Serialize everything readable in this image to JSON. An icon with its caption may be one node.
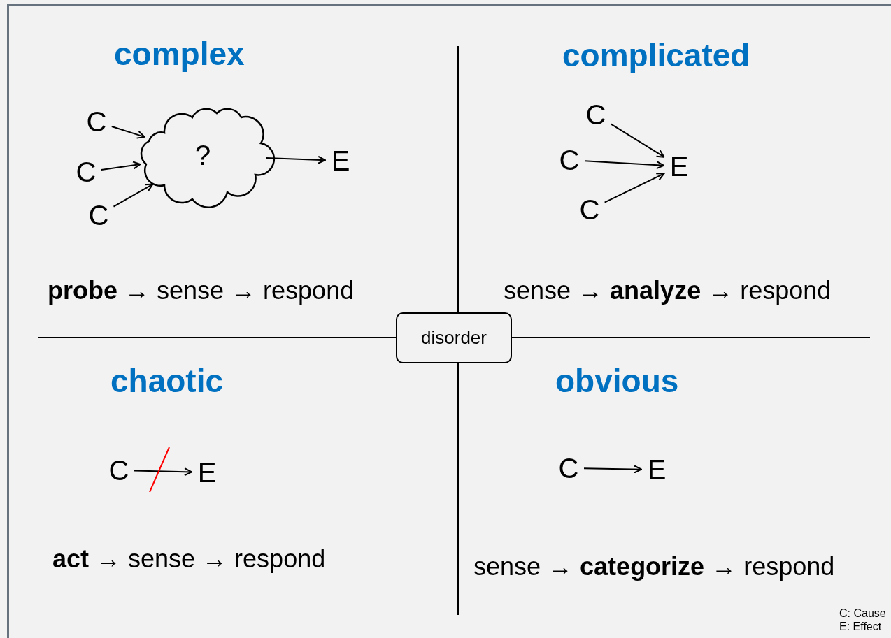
{
  "diagram": {
    "nodes": [
      {
        "text": [
          "disorder"
        ]
      },
      {
        "text": [
          "C"
        ]
      },
      {
        "text": [
          "C"
        ]
      },
      {
        "text": [
          "C"
        ]
      },
      {
        "text": [
          "?"
        ]
      },
      {
        "text": [
          "E"
        ]
      },
      {
        "text": [
          "C"
        ]
      },
      {
        "text": [
          "C"
        ]
      },
      {
        "text": [
          "C"
        ]
      },
      {
        "text": [
          "E"
        ]
      },
      {
        "text": [
          "C"
        ]
      },
      {
        "text": [
          "E"
        ]
      },
      {
        "text": [
          "C"
        ]
      },
      {
        "text": [
          "E"
        ]
      }
    ],
    "edges": [
      {
        "from": 1,
        "to": 4,
        "arrow": "to"
      },
      {
        "from": 2,
        "to": 4,
        "arrow": "to"
      },
      {
        "from": 3,
        "to": 4,
        "arrow": "to"
      },
      {
        "from": 4,
        "to": 5,
        "arrow": "to"
      },
      {
        "from": 6,
        "to": 9,
        "arrow": "to"
      },
      {
        "from": 7,
        "to": 9,
        "arrow": "to"
      },
      {
        "from": 8,
        "to": 9,
        "arrow": "to"
      },
      {
        "from": 10,
        "to": 11,
        "arrow": "to"
      },
      {
        "from": 12,
        "to": 13,
        "arrow": "to"
      }
    ],
    "labels": [
      "complex",
      "complicated",
      "**probe** → sense → respond",
      "sense → **analyze** → respond",
      "chaotic",
      "obvious",
      "**act** → sense → respond",
      "sense → **categorize** → respond",
      "C: Cause",
      "E: Effect"
    ]
  }
}
